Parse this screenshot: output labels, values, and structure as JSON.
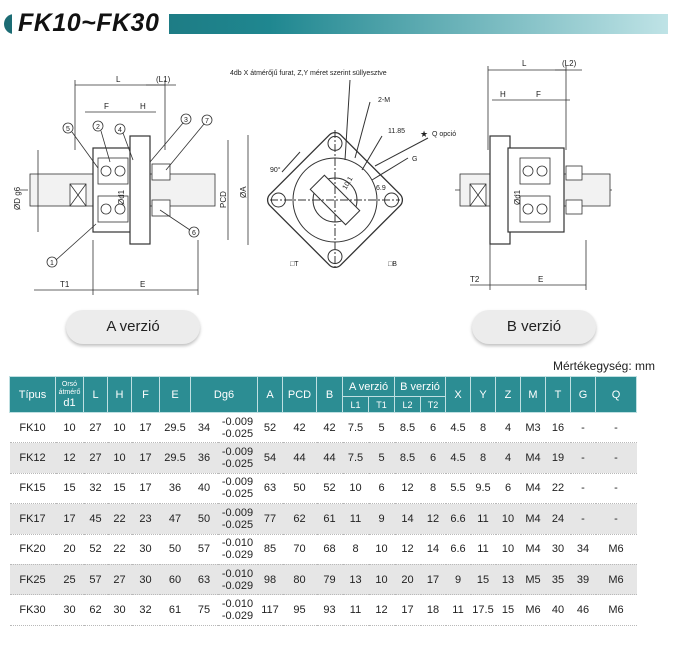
{
  "title": "FK10~FK30",
  "version_a_label": "A verzió",
  "version_b_label": "B verzió",
  "unit_label": "Mértékegység: mm",
  "drawing": {
    "note_holes": "4db X átmérőjű furat, Z,Y méret szerint süllyesztve",
    "q_option": "Q opció",
    "dims": {
      "L": "L",
      "L1": "(L1)",
      "L2": "(L2)",
      "F": "F",
      "H": "H",
      "E": "E",
      "T1": "T1",
      "T2": "T2",
      "D": "ØD g6",
      "d1": "Ød1",
      "PCD": "PCD",
      "A": "ØA",
      "M": "2-M",
      "d1185": "11.85",
      "G": "G",
      "d101": "10.1",
      "d69": "6.9",
      "deg90": "90°",
      "T": "□T",
      "B": "□B"
    },
    "callouts": [
      "1",
      "2",
      "3",
      "4",
      "5",
      "6",
      "7"
    ]
  },
  "table": {
    "headers": {
      "tipus": "Típus",
      "orso_top": "Orsó átmérő",
      "d1": "d1",
      "L": "L",
      "H": "H",
      "F": "F",
      "E": "E",
      "Dg6": "Dg6",
      "A": "A",
      "PCD": "PCD",
      "B": "B",
      "a_version": "A verzió",
      "b_version": "B verzió",
      "L1": "L1",
      "T1": "T1",
      "L2": "L2",
      "T2": "T2",
      "X": "X",
      "Y": "Y",
      "Z": "Z",
      "M": "M",
      "T": "T",
      "G": "G",
      "Q": "Q"
    },
    "rows": [
      {
        "type": "FK10",
        "d1": "10",
        "L": "27",
        "H": "10",
        "F": "17",
        "E": "29.5",
        "D": "34",
        "tol1": "-0.009",
        "tol2": "-0.025",
        "A": "52",
        "PCD": "42",
        "B": "42",
        "L1": "7.5",
        "T1": "5",
        "L2": "8.5",
        "T2": "6",
        "X": "4.5",
        "Y": "8",
        "Z": "4",
        "M": "M3",
        "T": "16",
        "G": "-",
        "Q": "-"
      },
      {
        "type": "FK12",
        "d1": "12",
        "L": "27",
        "H": "10",
        "F": "17",
        "E": "29.5",
        "D": "36",
        "tol1": "-0.009",
        "tol2": "-0.025",
        "A": "54",
        "PCD": "44",
        "B": "44",
        "L1": "7.5",
        "T1": "5",
        "L2": "8.5",
        "T2": "6",
        "X": "4.5",
        "Y": "8",
        "Z": "4",
        "M": "M4",
        "T": "19",
        "G": "-",
        "Q": "-"
      },
      {
        "type": "FK15",
        "d1": "15",
        "L": "32",
        "H": "15",
        "F": "17",
        "E": "36",
        "D": "40",
        "tol1": "-0.009",
        "tol2": "-0.025",
        "A": "63",
        "PCD": "50",
        "B": "52",
        "L1": "10",
        "T1": "6",
        "L2": "12",
        "T2": "8",
        "X": "5.5",
        "Y": "9.5",
        "Z": "6",
        "M": "M4",
        "T": "22",
        "G": "-",
        "Q": "-"
      },
      {
        "type": "FK17",
        "d1": "17",
        "L": "45",
        "H": "22",
        "F": "23",
        "E": "47",
        "D": "50",
        "tol1": "-0.009",
        "tol2": "-0.025",
        "A": "77",
        "PCD": "62",
        "B": "61",
        "L1": "11",
        "T1": "9",
        "L2": "14",
        "T2": "12",
        "X": "6.6",
        "Y": "11",
        "Z": "10",
        "M": "M4",
        "T": "24",
        "G": "-",
        "Q": "-"
      },
      {
        "type": "FK20",
        "d1": "20",
        "L": "52",
        "H": "22",
        "F": "30",
        "E": "50",
        "D": "57",
        "tol1": "-0.010",
        "tol2": "-0.029",
        "A": "85",
        "PCD": "70",
        "B": "68",
        "L1": "8",
        "T1": "10",
        "L2": "12",
        "T2": "14",
        "X": "6.6",
        "Y": "11",
        "Z": "10",
        "M": "M4",
        "T": "30",
        "G": "34",
        "Q": "M6"
      },
      {
        "type": "FK25",
        "d1": "25",
        "L": "57",
        "H": "27",
        "F": "30",
        "E": "60",
        "D": "63",
        "tol1": "-0.010",
        "tol2": "-0.029",
        "A": "98",
        "PCD": "80",
        "B": "79",
        "L1": "13",
        "T1": "10",
        "L2": "20",
        "T2": "17",
        "X": "9",
        "Y": "15",
        "Z": "13",
        "M": "M5",
        "T": "35",
        "G": "39",
        "Q": "M6"
      },
      {
        "type": "FK30",
        "d1": "30",
        "L": "62",
        "H": "30",
        "F": "32",
        "E": "61",
        "D": "75",
        "tol1": "-0.010",
        "tol2": "-0.029",
        "A": "117",
        "PCD": "95",
        "B": "93",
        "L1": "11",
        "T1": "12",
        "L2": "17",
        "T2": "18",
        "X": "11",
        "Y": "17.5",
        "Z": "15",
        "M": "M6",
        "T": "40",
        "G": "46",
        "Q": "M6"
      }
    ]
  }
}
